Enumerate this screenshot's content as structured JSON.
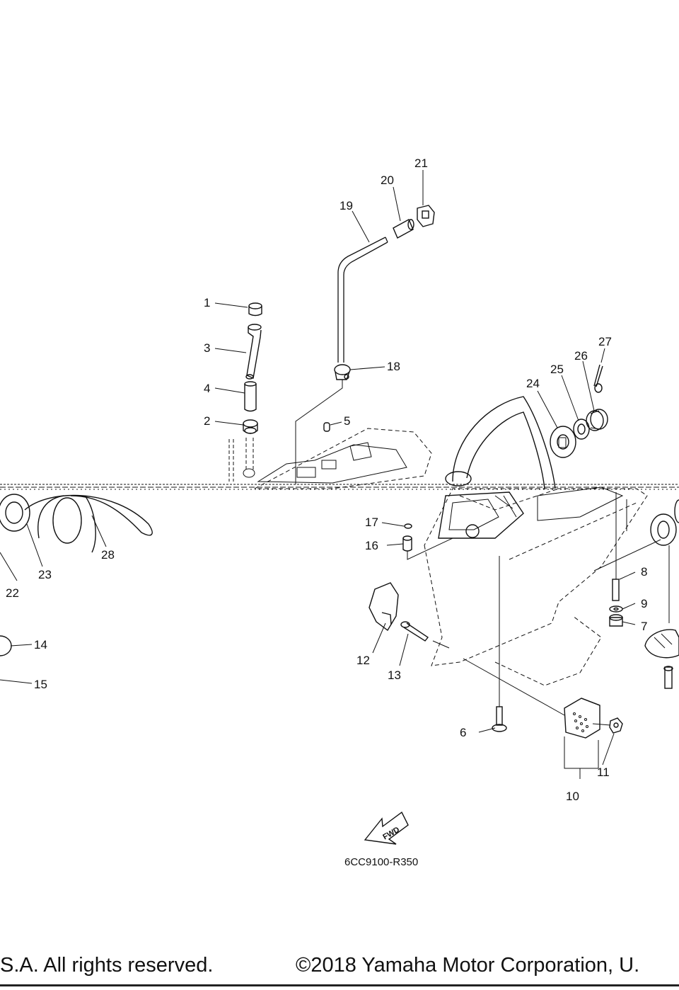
{
  "parts": {
    "p1": "1",
    "p2": "2",
    "p3": "3",
    "p4": "4",
    "p5": "5",
    "p6": "6",
    "p7": "7",
    "p8": "8",
    "p9": "9",
    "p10": "10",
    "p11": "11",
    "p12": "12",
    "p13": "13",
    "p14": "14",
    "p15": "15",
    "p16": "16",
    "p17": "17",
    "p18": "18",
    "p19": "19",
    "p20": "20",
    "p21": "21",
    "p22": "22",
    "p23": "23",
    "p24": "24",
    "p25": "25",
    "p26": "26",
    "p27": "27",
    "p28": "28"
  },
  "fwd_label": "FWD",
  "diagram_code": "6CC9100-R350",
  "footer": {
    "left": "S.A. All rights reserved.",
    "right": "©2018 Yamaha Motor Corporation, U."
  }
}
